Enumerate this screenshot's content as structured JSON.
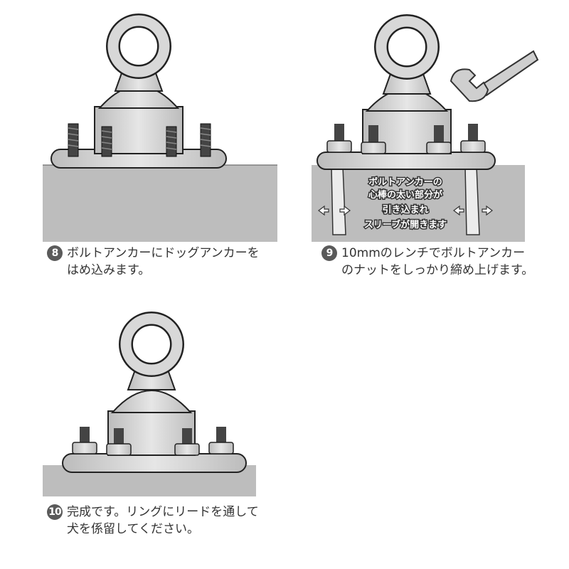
{
  "steps": [
    {
      "number": "8",
      "text": "ボルトアンカーにドッグアンカーをはめ込みます。"
    },
    {
      "number": "9",
      "text": "10mmのレンチでボルトアンカーのナットをしっかり締め上げます。"
    },
    {
      "number": "10",
      "text": "完成です。リングにリードを通して犬を係留してください。"
    }
  ],
  "callout": {
    "lines": [
      "ボルトアンカーの",
      "心棒の太い部分が",
      "引き込まれ",
      "スリーブが開きます"
    ]
  },
  "colors": {
    "metal": "#d4d4d4",
    "metal_dark": "#9a9a9a",
    "ground": "#bdbdbd",
    "outline": "#222222",
    "badge": "#5a5a5a"
  }
}
